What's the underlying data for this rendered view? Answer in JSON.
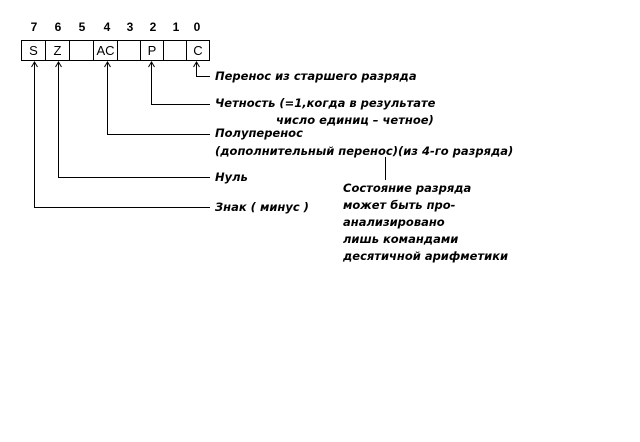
{
  "register": {
    "bit_numbers": [
      "7",
      "6",
      "5",
      "4",
      "3",
      "2",
      "1",
      "0"
    ],
    "cells": [
      "S",
      "Z",
      "",
      "AC",
      "",
      "P",
      "",
      "C"
    ]
  },
  "annotations": {
    "carry": "Перенос из старшего разряда",
    "parity_line1": "Четность (=1,когда  в результате",
    "parity_line2": "число единиц – четное)",
    "aux_carry_line1": "Полуперенос",
    "aux_carry_line2": "(дополнительный перенос)(из  4-го разряда)",
    "zero": "Нуль",
    "sign": "Знак ( минус )",
    "note_line1": "Состояние разряда",
    "note_line2": "может быть про-",
    "note_line3": "анализировано",
    "note_line4": "лишь командами",
    "note_line5": "десятичной арифметики"
  }
}
